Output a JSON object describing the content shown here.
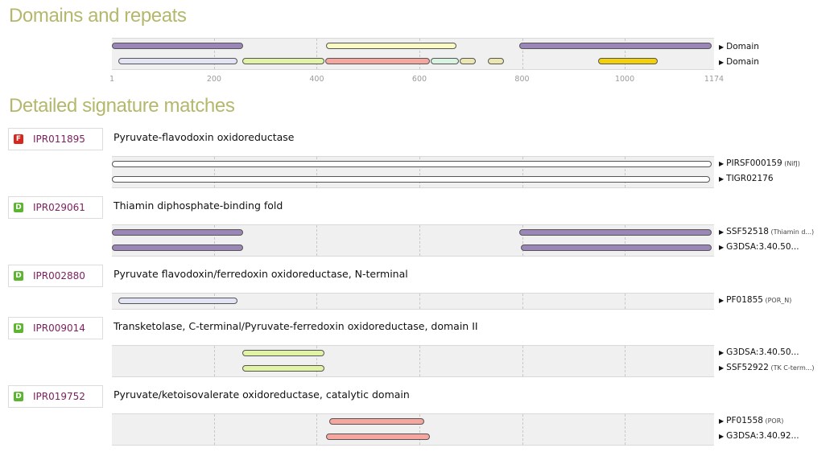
{
  "domains_section": {
    "heading": "Domains and repeats",
    "rows": [
      {
        "label": "Domain",
        "bars": [
          {
            "start": 1,
            "end": 256,
            "color": "#9b86b8"
          },
          {
            "start": 418,
            "end": 672,
            "color": "#fafac4"
          },
          {
            "start": 795,
            "end": 1170,
            "color": "#9b86b8"
          }
        ]
      },
      {
        "label": "Domain",
        "bars": [
          {
            "start": 14,
            "end": 246,
            "color": "#e3e3f6"
          },
          {
            "start": 255,
            "end": 415,
            "color": "#e1f4a6"
          },
          {
            "start": 417,
            "end": 620,
            "color": "#f5a79f"
          },
          {
            "start": 622,
            "end": 677,
            "color": "#d8f3e2"
          },
          {
            "start": 678,
            "end": 710,
            "color": "#ece6b0"
          },
          {
            "start": 733,
            "end": 765,
            "color": "#ece6b0"
          },
          {
            "start": 948,
            "end": 1064,
            "color": "#f3d10a"
          }
        ]
      }
    ],
    "axis_ticks": [
      "1",
      "200",
      "400",
      "600",
      "800",
      "1000",
      "1174"
    ]
  },
  "matches_section": {
    "heading": "Detailed signature matches",
    "entries": [
      {
        "badge": "F",
        "badge_color": "#d9261c",
        "accession": "IPR011895",
        "name": "Pyruvate-flavodoxin oxidoreductase",
        "signatures": [
          {
            "id": "PIRSF000159",
            "sub": "(NifJ)",
            "start": 1,
            "end": 1170,
            "color": "#ffffff"
          },
          {
            "id": "TIGR02176",
            "sub": "",
            "start": 1,
            "end": 1166,
            "color": "#ffffff"
          }
        ]
      },
      {
        "badge": "D",
        "badge_color": "#5cb531",
        "accession": "IPR029061",
        "name": "Thiamin diphosphate-binding fold",
        "signatures": [
          {
            "id": "SSF52518",
            "sub": "(Thiamin d...)",
            "start": 1,
            "end": 256,
            "color": "#9b86b8"
          },
          {
            "id": "G3DSA:3.40.50...",
            "sub": "",
            "start": 1,
            "end": 256,
            "color": "#9b86b8"
          }
        ],
        "signatures_extra": [
          {
            "row": 0,
            "start": 795,
            "end": 1170,
            "color": "#9b86b8"
          },
          {
            "row": 1,
            "start": 798,
            "end": 1170,
            "color": "#9b86b8"
          }
        ]
      },
      {
        "badge": "D",
        "badge_color": "#5cb531",
        "accession": "IPR002880",
        "name": "Pyruvate flavodoxin/ferredoxin oxidoreductase, N-terminal",
        "signatures": [
          {
            "id": "PF01855",
            "sub": "(POR_N)",
            "start": 14,
            "end": 246,
            "color": "#e3e3f6"
          }
        ]
      },
      {
        "badge": "D",
        "badge_color": "#5cb531",
        "accession": "IPR009014",
        "name": "Transketolase, C-terminal/Pyruvate-ferredoxin oxidoreductase, domain II",
        "signatures": [
          {
            "id": "G3DSA:3.40.50...",
            "sub": "",
            "start": 255,
            "end": 415,
            "color": "#e1f4a6"
          },
          {
            "id": "SSF52922",
            "sub": "(TK C-term...)",
            "start": 255,
            "end": 415,
            "color": "#e1f4a6"
          }
        ]
      },
      {
        "badge": "D",
        "badge_color": "#5cb531",
        "accession": "IPR019752",
        "name": "Pyruvate/ketoisovalerate oxidoreductase, catalytic domain",
        "signatures": [
          {
            "id": "PF01558",
            "sub": "(POR)",
            "start": 425,
            "end": 610,
            "color": "#f5a79f"
          },
          {
            "id": "G3DSA:3.40.92...",
            "sub": "",
            "start": 418,
            "end": 620,
            "color": "#f5a79f"
          }
        ]
      }
    ]
  }
}
